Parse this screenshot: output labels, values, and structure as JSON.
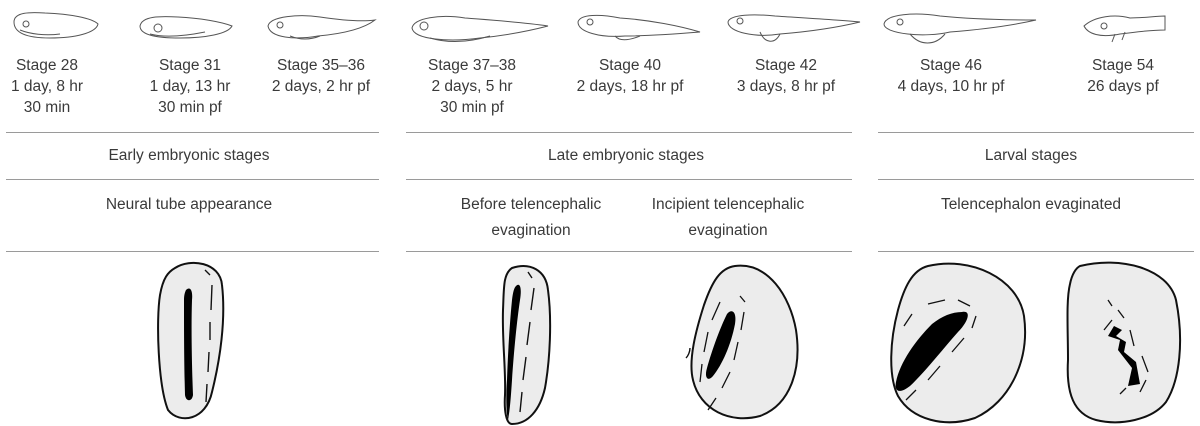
{
  "stages": [
    {
      "name": "Stage 28",
      "time1": "1 day, 8 hr",
      "time2": "30 min"
    },
    {
      "name": "Stage 31",
      "time1": "1 day, 13 hr",
      "time2": "30 min pf"
    },
    {
      "name": "Stage 35–36",
      "time1": "2 days, 2 hr pf",
      "time2": ""
    },
    {
      "name": "Stage 37–38",
      "time1": "2 days, 5 hr",
      "time2": "30 min pf"
    },
    {
      "name": "Stage 40",
      "time1": "2 days, 18 hr pf",
      "time2": ""
    },
    {
      "name": "Stage 42",
      "time1": "3 days, 8 hr pf",
      "time2": ""
    },
    {
      "name": "Stage 46",
      "time1": "4 days, 10 hr pf",
      "time2": ""
    },
    {
      "name": "Stage 54",
      "time1": "26 days pf",
      "time2": ""
    }
  ],
  "groups": {
    "early": "Early embryonic stages",
    "late": "Late embryonic stages",
    "larval": "Larval stages"
  },
  "features": {
    "neural_tube": "Neural tube appearance",
    "before_evag_1": "Before telencephalic",
    "before_evag_2": "evagination",
    "incipient_1": "Incipient telencephalic",
    "incipient_2": "evagination",
    "evaginated": "Telencephalon evaginated"
  },
  "colors": {
    "section_fill": "#ececec",
    "ventricle": "#000000",
    "rule": "#9a9a9a"
  }
}
